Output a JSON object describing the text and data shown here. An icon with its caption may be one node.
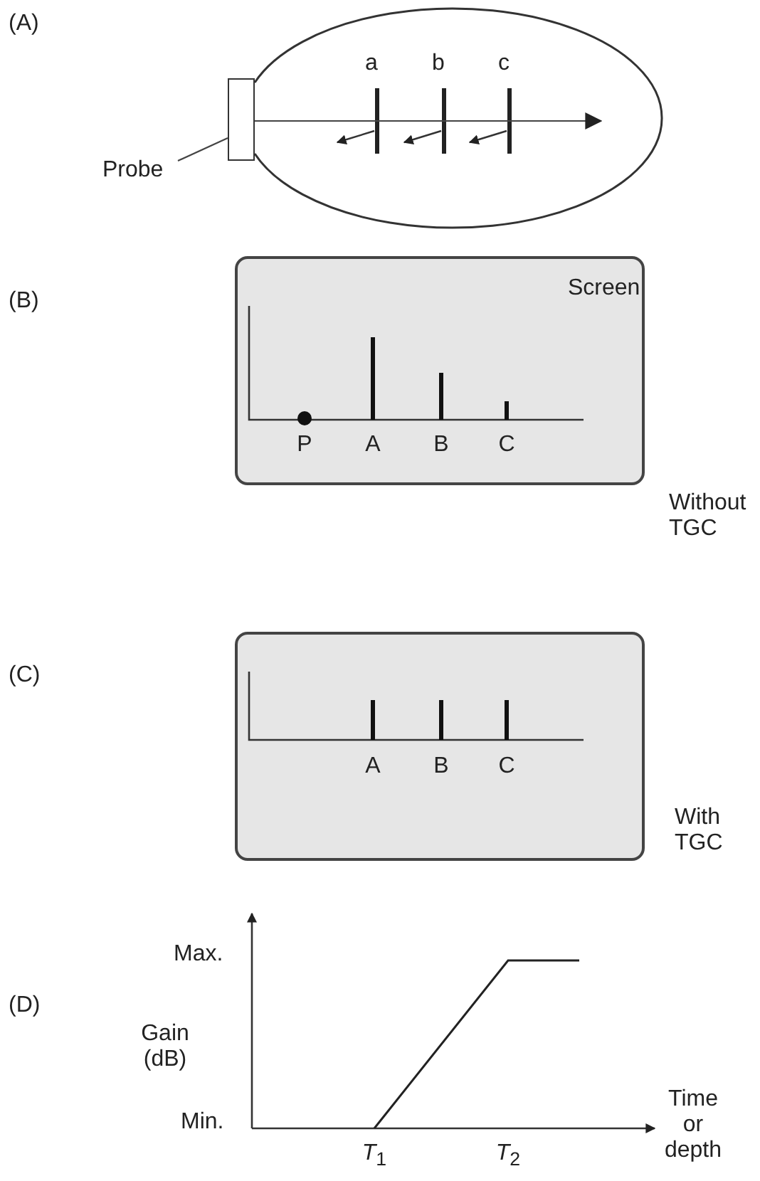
{
  "diagram": {
    "nodes": [
      {
        "text": [
          "Probe"
        ]
      },
      {
        "text": [],
        "shape": "box"
      },
      {
        "text": [
          "Screen"
        ]
      },
      {
        "text": [],
        "shape": "box"
      }
    ],
    "edges": [
      {
        "from": 0,
        "to": 1,
        "arrow": "none"
      },
      {
        "from": 1,
        "to": null,
        "arrow": "to"
      }
    ],
    "labels": [
      "(A)",
      "a",
      "b",
      "c",
      "(B)",
      "P",
      "A",
      "B",
      "C",
      "Without TGC",
      "(C)",
      "A",
      "B",
      "C",
      "With TGC",
      "(D)",
      "Max.",
      "Gain (dB)",
      "Min.",
      "*T*$_{1}$",
      "*T*$_{2}$",
      "Time or depth"
    ]
  }
}
